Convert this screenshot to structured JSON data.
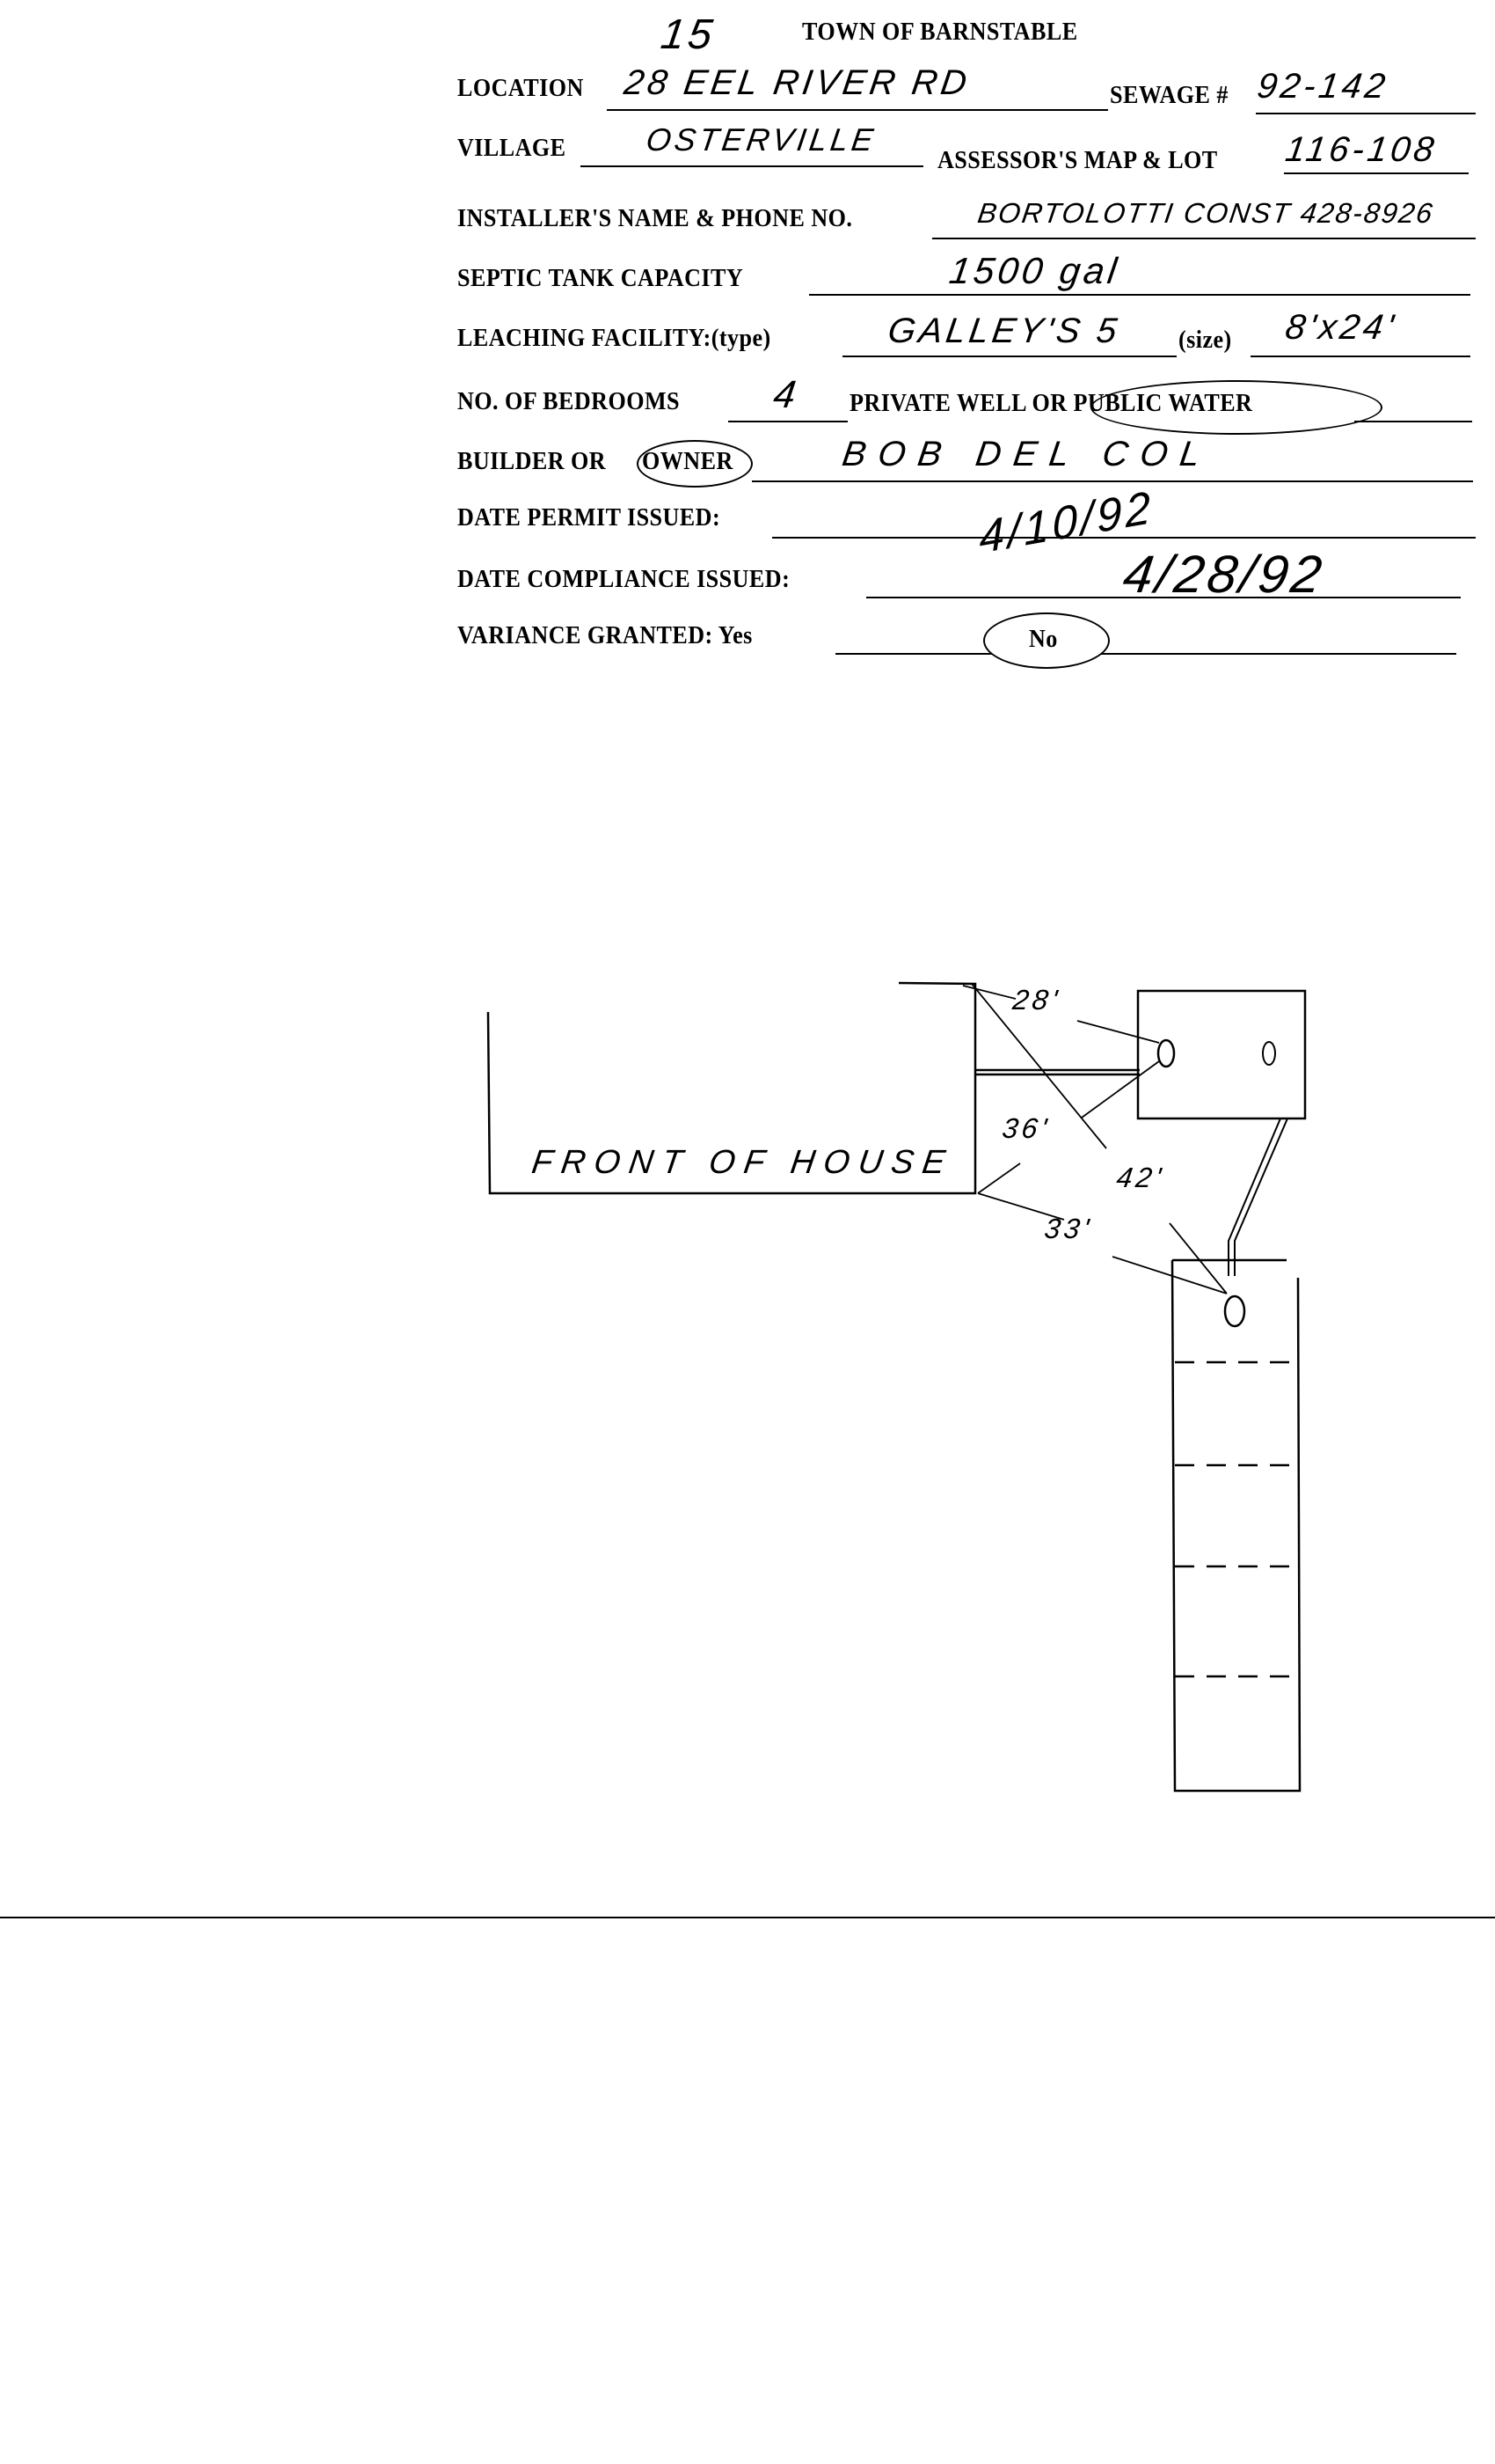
{
  "header": {
    "page_number": "15",
    "title": "TOWN OF BARNSTABLE"
  },
  "form": {
    "location": {
      "label": "LOCATION",
      "value": "28 EEL RIVER RD"
    },
    "sewage": {
      "label": "SEWAGE #",
      "value": "92-142"
    },
    "village": {
      "label": "VILLAGE",
      "value": "OSTERVILLE"
    },
    "map_lot": {
      "label": "ASSESSOR'S  MAP & LOT",
      "value": "116-108"
    },
    "installer": {
      "label": "INSTALLER'S NAME & PHONE NO.",
      "value": "BORTOLOTTI CONST 428-8926"
    },
    "septic": {
      "label": "SEPTIC TANK CAPACITY",
      "value": "1500 gal"
    },
    "leaching": {
      "label": "LEACHING FACILITY:(type)",
      "value": "GALLEY'S 5",
      "size_label": "(size)",
      "size_value": "8'x24'"
    },
    "bedrooms": {
      "label": "NO. OF BEDROOMS",
      "value": "4",
      "water_label": "PRIVATE WELL OR PUBLIC WATER",
      "water_selected": "PUBLIC WATER"
    },
    "builder": {
      "label_prefix": "BUILDER OR",
      "label_selected": "OWNER",
      "value": "BOB DEL COL"
    },
    "permit": {
      "label": "DATE PERMIT ISSUED:",
      "value": "4/10/92"
    },
    "compliance": {
      "label": "DATE  COMPLIANCE ISSUED:",
      "value": "4/28/92"
    },
    "variance": {
      "label": "VARIANCE GRANTED:  Yes",
      "selected": "No"
    }
  },
  "sketch": {
    "house_label": "FRONT OF HOUSE",
    "distances": [
      "28'",
      "36'",
      "42'",
      "33'"
    ],
    "tank_marks": [
      "O",
      "O"
    ],
    "leach_mark": "O"
  }
}
